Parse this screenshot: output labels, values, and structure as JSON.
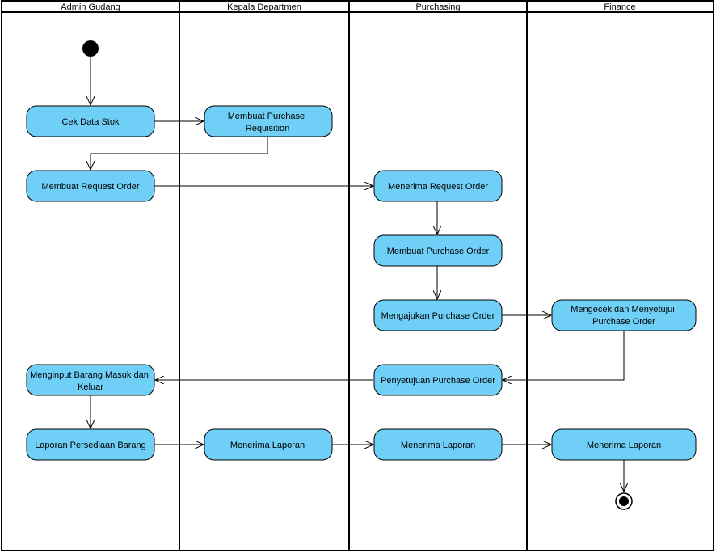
{
  "lanes": [
    {
      "title": "Admin Gudang"
    },
    {
      "title": "Kepala Departmen"
    },
    {
      "title": "Purchasing"
    },
    {
      "title": "Finance"
    }
  ],
  "nodes": {
    "cek_data_stok": {
      "lines": [
        "Cek Data Stok"
      ]
    },
    "membuat_purchase_requisition": {
      "lines": [
        "Membuat Purchase",
        "Requisition"
      ]
    },
    "membuat_request_order": {
      "lines": [
        "Membuat Request Order"
      ]
    },
    "menerima_request_order": {
      "lines": [
        "Menerima Request Order"
      ]
    },
    "membuat_purchase_order": {
      "lines": [
        "Membuat Purchase Order"
      ]
    },
    "mengajukan_purchase_order": {
      "lines": [
        "Mengajukan Purchase Order"
      ]
    },
    "mengecek_menyetujui": {
      "lines": [
        "Mengecek dan Menyetujui",
        "Purchase Order"
      ]
    },
    "penyetujuan_purchase_order": {
      "lines": [
        "Penyetujuan Purchase Order"
      ]
    },
    "menginput_barang": {
      "lines": [
        "Menginput Barang Masuk dan",
        "Keluar"
      ]
    },
    "laporan_persediaan": {
      "lines": [
        "Laporan Persediaan Barang"
      ]
    },
    "menerima_laporan_kepala": {
      "lines": [
        "Menerima Laporan"
      ]
    },
    "menerima_laporan_purchasing": {
      "lines": [
        "Menerima Laporan"
      ]
    },
    "menerima_laporan_finance": {
      "lines": [
        "Menerima Laporan"
      ]
    }
  },
  "colors": {
    "node_fill": "#6fcff6",
    "stroke": "#000000",
    "background": "#ffffff"
  }
}
